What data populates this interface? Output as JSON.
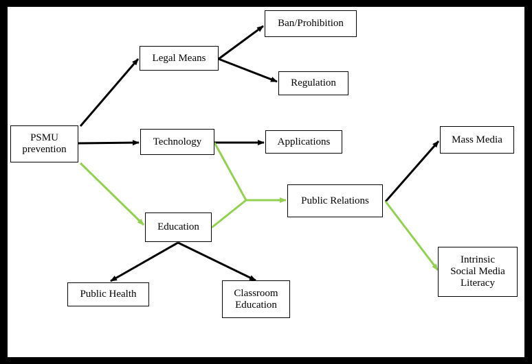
{
  "colors": {
    "frame": "#000000",
    "background": "#ffffff",
    "arrow_black": "#000000",
    "arrow_green": "#92d050"
  },
  "nodes": {
    "psmu": "PSMU\nprevention",
    "legal_means": "Legal Means",
    "ban_prohibition": "Ban/Prohibition",
    "regulation": "Regulation",
    "technology": "Technology",
    "applications": "Applications",
    "education": "Education",
    "public_relations": "Public Relations",
    "mass_media": "Mass Media",
    "intrinsic_literacy": "Intrinsic\nSocial Media\nLiteracy",
    "public_health": "Public Health",
    "classroom_education": "Classroom\nEducation"
  },
  "edges": [
    {
      "from": "psmu",
      "to": "legal_means",
      "color": "black"
    },
    {
      "from": "psmu",
      "to": "technology",
      "color": "black"
    },
    {
      "from": "psmu",
      "to": "education",
      "color": "green"
    },
    {
      "from": "legal_means",
      "to": "ban_prohibition",
      "color": "black"
    },
    {
      "from": "legal_means",
      "to": "regulation",
      "color": "black"
    },
    {
      "from": "technology",
      "to": "applications",
      "color": "black"
    },
    {
      "from": "technology",
      "to": "public_relations",
      "color": "green"
    },
    {
      "from": "education",
      "to": "public_relations",
      "color": "green"
    },
    {
      "from": "education",
      "to": "public_health",
      "color": "black"
    },
    {
      "from": "education",
      "to": "classroom_education",
      "color": "black"
    },
    {
      "from": "public_relations",
      "to": "mass_media",
      "color": "black"
    },
    {
      "from": "public_relations",
      "to": "intrinsic_literacy",
      "color": "green"
    }
  ]
}
